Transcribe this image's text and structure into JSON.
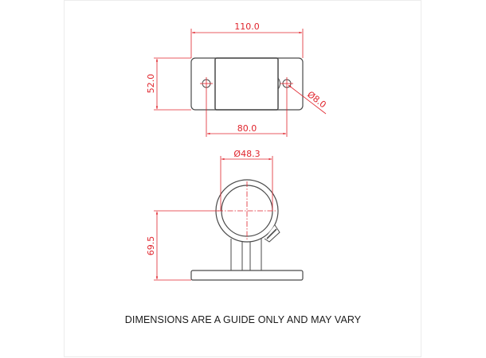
{
  "drawing": {
    "colors": {
      "outline": "#4a4a4a",
      "dimension": "#e0242c",
      "frame": "#ececec",
      "background": "#ffffff"
    },
    "top_view": {
      "dimensions": {
        "overall_length": "110.0",
        "overall_width": "52.0",
        "hole_centers": "80.0",
        "hole_diameter": "Ø8.0"
      }
    },
    "front_view": {
      "dimensions": {
        "tube_diameter": "Ø48.3",
        "centre_height": "69.5"
      }
    },
    "note": "DIMENSIONS ARE A GUIDE ONLY AND MAY VARY"
  }
}
